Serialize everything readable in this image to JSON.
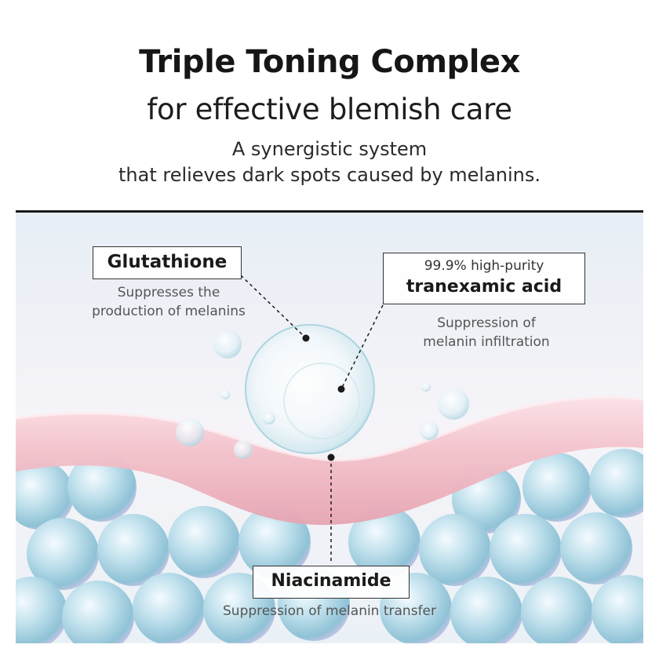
{
  "header": {
    "title": "Triple Toning Complex",
    "subtitle": "for effective blemish care",
    "description_line1": "A synergistic system",
    "description_line2": "that relieves dark spots caused by melanins."
  },
  "ingredients": {
    "glutathione": {
      "name": "Glutathione",
      "caption_line1": "Suppresses the",
      "caption_line2": "production of melanins"
    },
    "tranexamic": {
      "prefix": "99.9% high-purity",
      "name": "tranexamic acid",
      "caption_line1": "Suppression of",
      "caption_line2": "melanin infiltration"
    },
    "niacinamide": {
      "name": "Niacinamide",
      "caption": "Suppression of melanin transfer"
    }
  },
  "colors": {
    "skin_layer": "#f2b9c4",
    "cell_blue": "#a9d3e2",
    "panel_bg": "#eef3f8",
    "text_dark": "#1a1a1a",
    "text_caption": "#555555"
  }
}
